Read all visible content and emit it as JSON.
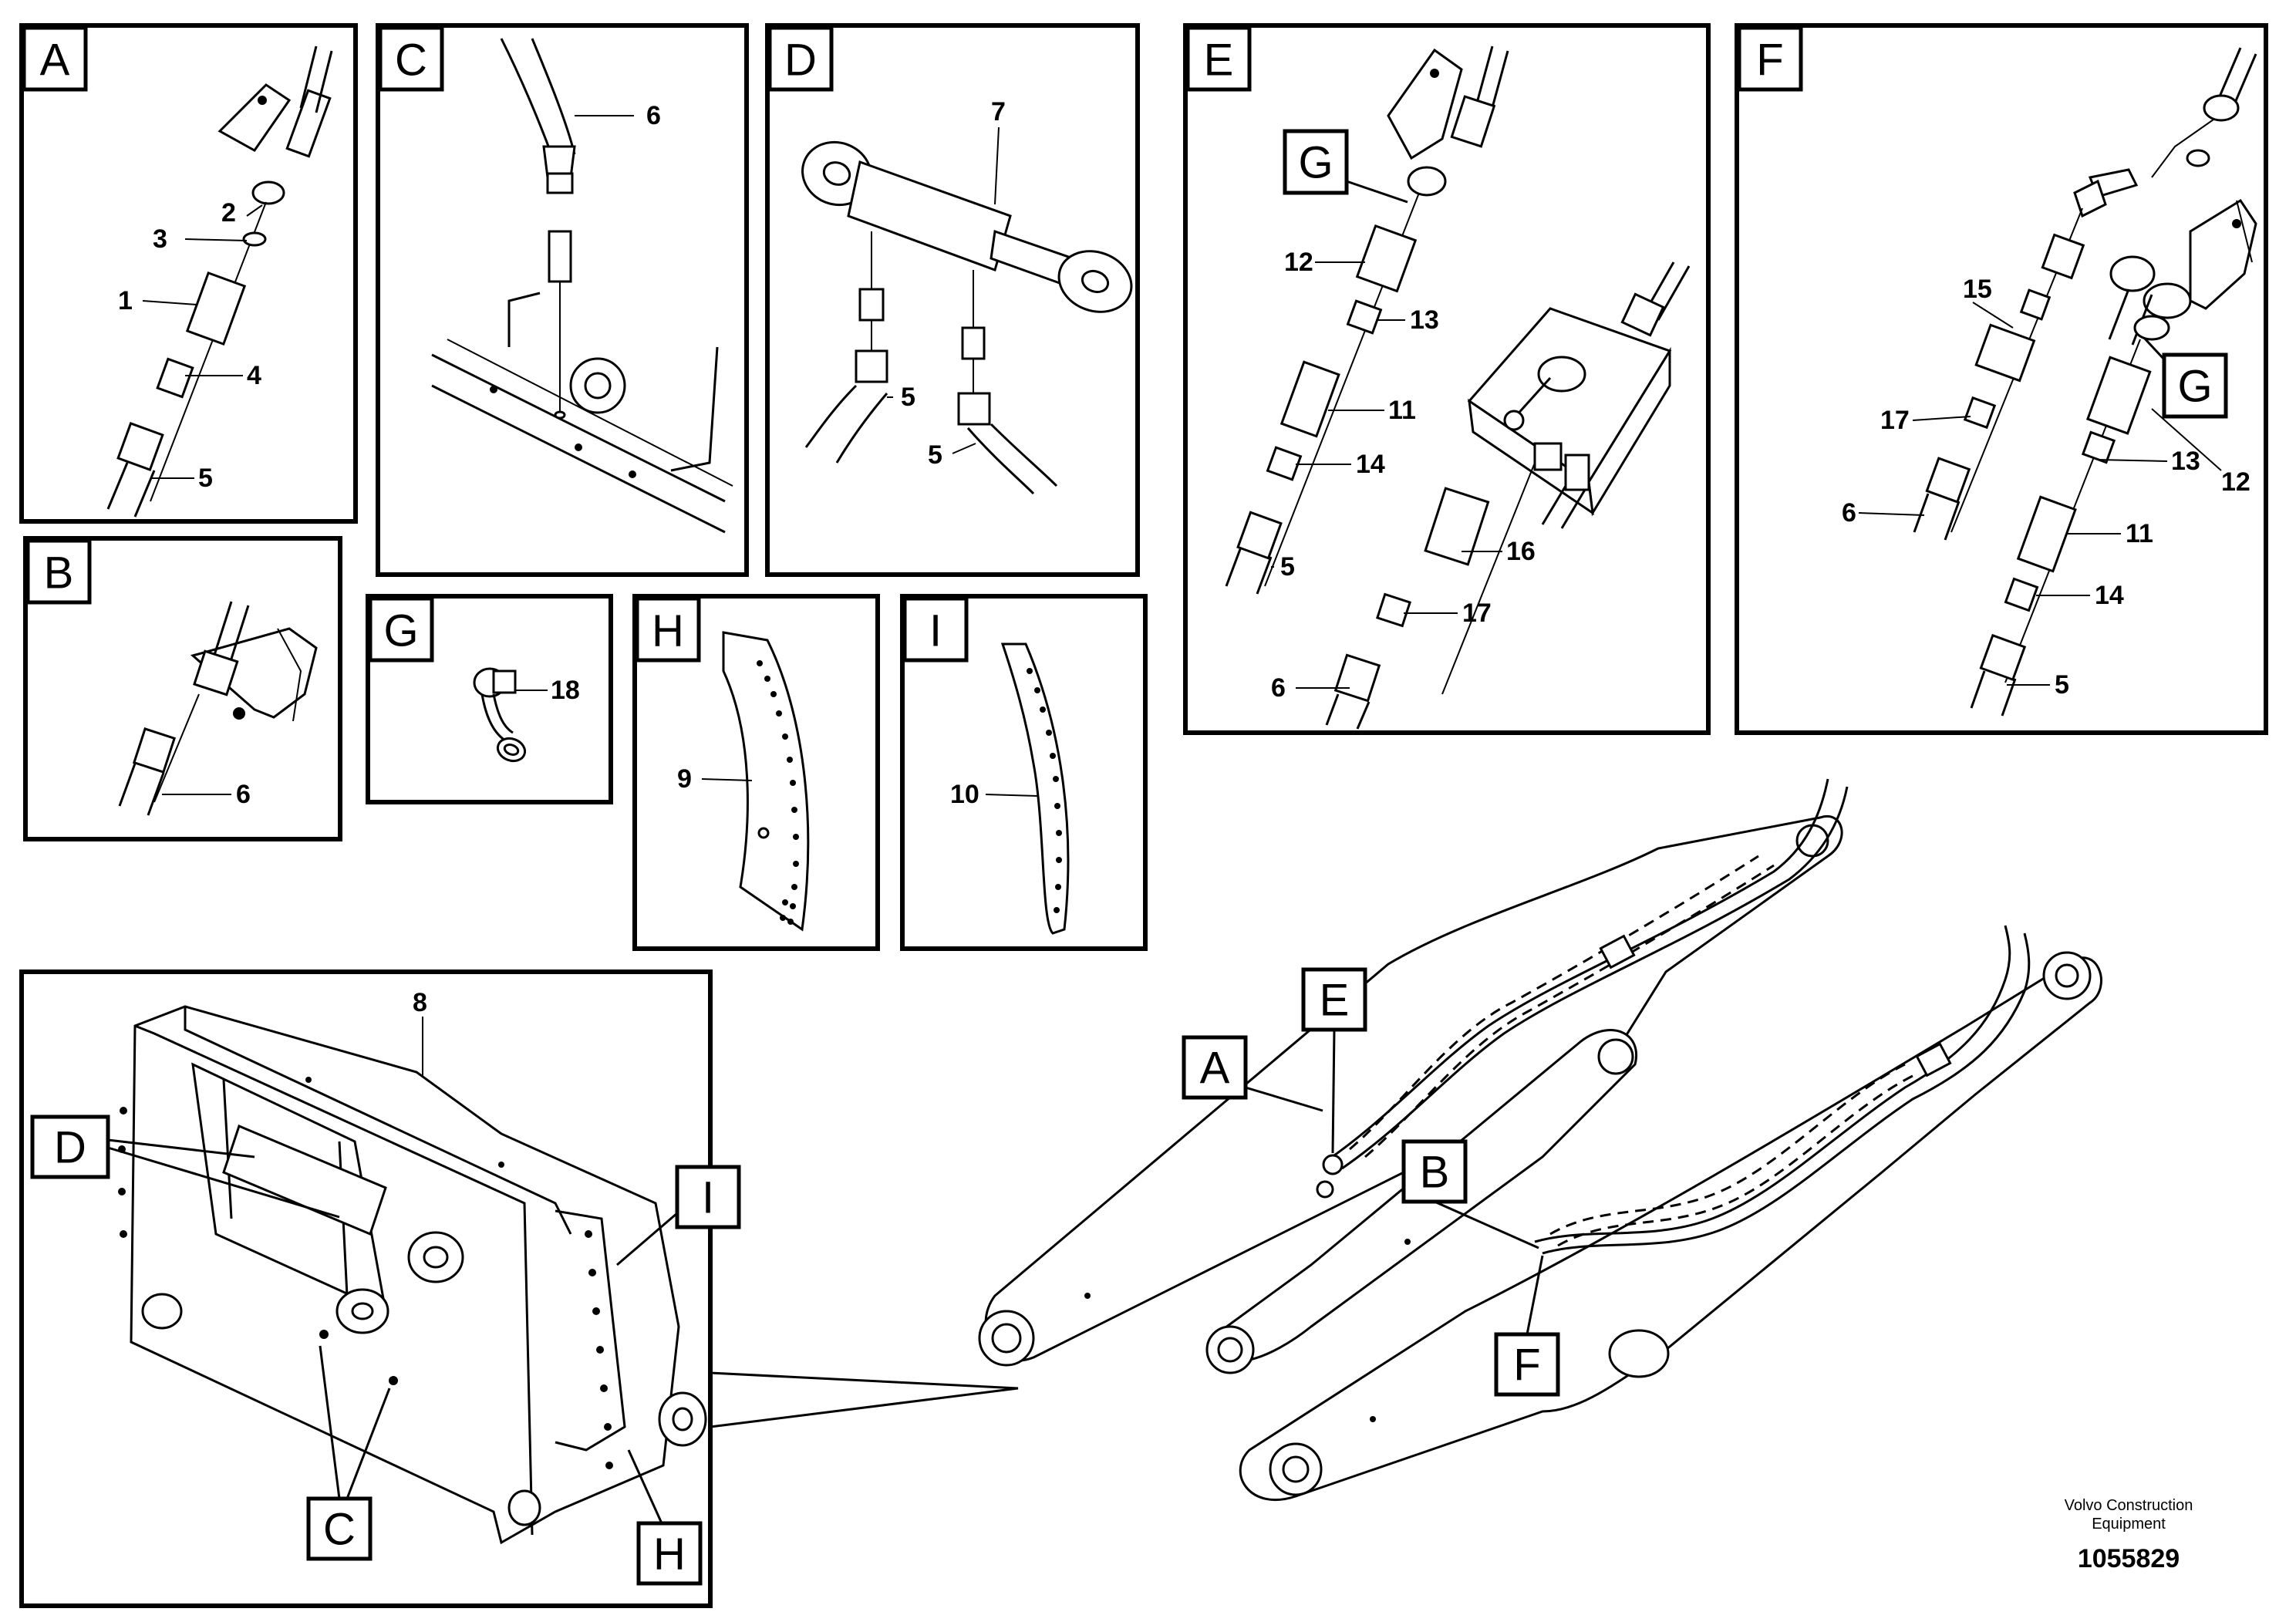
{
  "panels": {
    "A": {
      "tag": "A",
      "labels": [
        "2",
        "3",
        "1",
        "4",
        "5"
      ]
    },
    "B": {
      "tag": "B",
      "labels": [
        "6"
      ]
    },
    "C": {
      "tag": "C",
      "labels": [
        "6"
      ]
    },
    "D": {
      "tag": "D",
      "labels": [
        "7",
        "5",
        "5"
      ]
    },
    "E": {
      "tag": "E",
      "callout": "G",
      "labels": [
        "12",
        "13",
        "11",
        "14",
        "5",
        "16",
        "17",
        "6"
      ]
    },
    "F": {
      "tag": "F",
      "callout": "G",
      "labels": [
        "15",
        "17",
        "6",
        "13",
        "12",
        "11",
        "14",
        "5"
      ]
    },
    "G": {
      "tag": "G",
      "labels": [
        "18"
      ]
    },
    "H": {
      "tag": "H",
      "labels": [
        "9"
      ]
    },
    "I": {
      "tag": "I",
      "labels": [
        "10"
      ]
    },
    "main": {
      "tag_label": "8",
      "callouts": [
        "D",
        "C",
        "I",
        "H"
      ]
    },
    "boom": {
      "callouts": [
        "A",
        "E",
        "B",
        "F"
      ]
    }
  },
  "footer": {
    "company_line1": "Volvo Construction",
    "company_line2": "Equipment",
    "drawing_number": "1055829"
  }
}
